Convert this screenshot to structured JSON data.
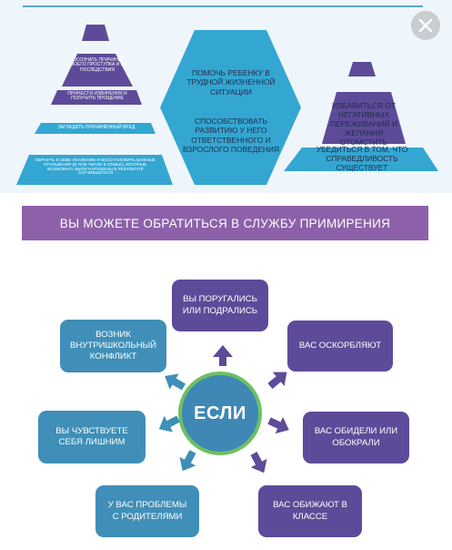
{
  "top": {
    "pyramid_left": {
      "tiers": [
        "Осознать причины своего проступка и их последствия",
        "Принести извинения и получить прощение",
        "Загладить причинённый вред",
        "Вернуть к себе уважение и восстановить важные отношения (в том числе в семье), которые, возможно, были нарушены в результате случившегося"
      ]
    },
    "hexagon": {
      "line1": "Помочь ребенку в трудной жизненной ситуации",
      "line2": "Способствовать развитию у него ответственного и взрослого поведения"
    },
    "pyramid_right": {
      "line1": "Избавиться от негативных переживаний и желания отомстить",
      "line2": "Убедиться в том, что справедливость существует"
    }
  },
  "banner": "Вы можете обратиться в службу примирения",
  "center": "ЕСЛИ",
  "nodes": {
    "quarrel": "Вы поругались или подрались",
    "insulted": "Вас оскорбляют",
    "offended": "Вас обидели или обокрали",
    "bullied": "Вас обижают в классе",
    "parents": "У вас проблемы с родителями",
    "excluded": "Вы чувствуете себя лишним",
    "conflict": "Возник внутришкольный конфликт"
  },
  "colors": {
    "purple": "#5d4b99",
    "blue": "#3f8fb9",
    "cyan": "#34a6d2",
    "green": "#6cc063",
    "banner": "#8c61a9"
  },
  "close_icon": "close-icon"
}
